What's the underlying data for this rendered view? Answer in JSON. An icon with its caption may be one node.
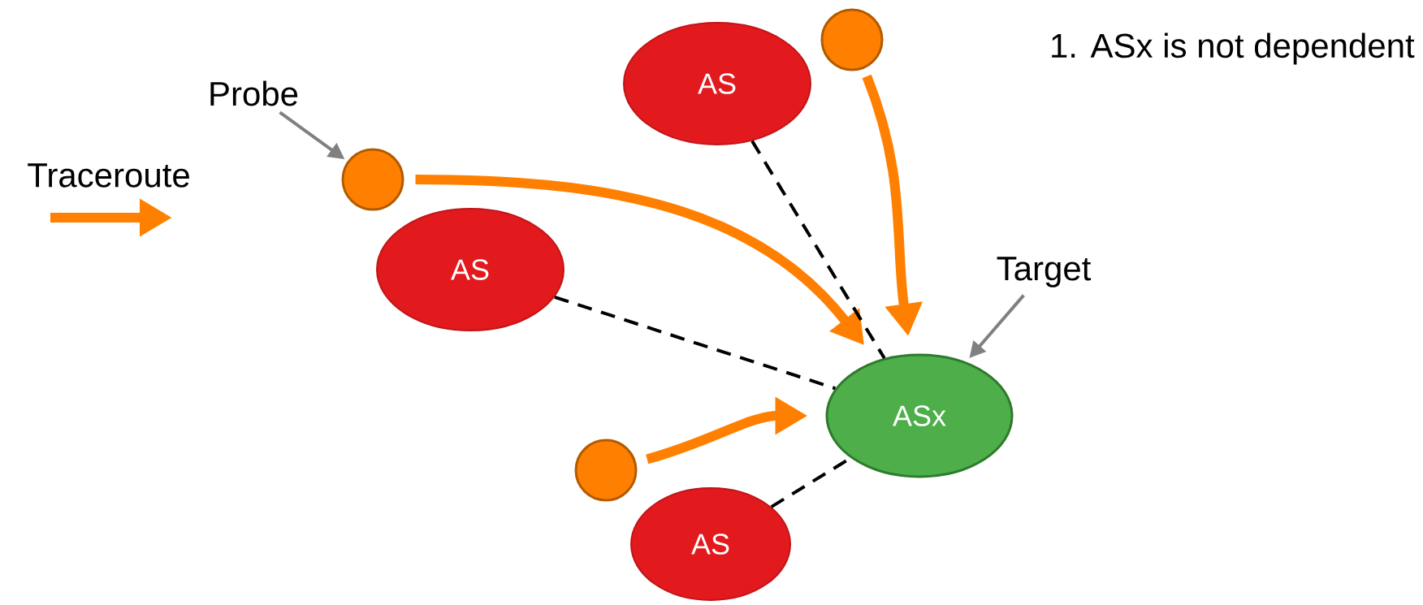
{
  "diagram": {
    "nodes": [
      {
        "text": [
          "Probe"
        ]
      },
      {
        "text": [],
        "shape": "circle"
      },
      {
        "text": [],
        "shape": "circle"
      },
      {
        "text": [
          "AS"
        ]
      },
      {
        "text": [
          "AS"
        ]
      },
      {
        "text": [
          "ASx"
        ]
      },
      {
        "text": [],
        "shape": "circle"
      },
      {
        "text": [
          "AS"
        ]
      },
      {
        "text": [
          "Target"
        ]
      }
    ],
    "edges": [
      {
        "from": 0,
        "to": 1,
        "arrow": "to",
        "color": "#808080"
      },
      {
        "from": 8,
        "to": 5,
        "arrow": "to",
        "color": "#808080"
      },
      {
        "from": 1,
        "to": 5,
        "arrow": "to",
        "style": "thick",
        "color": "#ff8000"
      },
      {
        "from": 2,
        "to": 5,
        "arrow": "to",
        "style": "thick",
        "color": "#ff8000"
      },
      {
        "from": 6,
        "to": 5,
        "arrow": "to",
        "style": "thick",
        "color": "#ff8000"
      },
      {
        "from": 3,
        "to": 5,
        "arrow": "none",
        "style": "dashed",
        "color": "#000000"
      },
      {
        "from": 4,
        "to": 5,
        "arrow": "none",
        "style": "dashed",
        "color": "#000000"
      },
      {
        "from": 7,
        "to": 5,
        "arrow": "none",
        "style": "dashed",
        "color": "#000000"
      }
    ],
    "labels": [
      "1. ASx is not dependent"
    ],
    "legend": [
      {
        "text": "Traceroute"
      }
    ]
  }
}
